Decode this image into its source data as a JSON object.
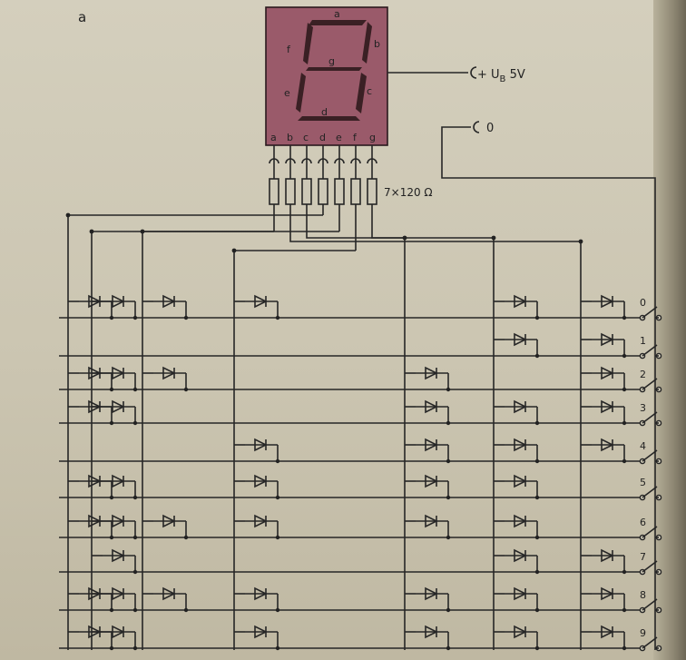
{
  "figure": {
    "label": "a",
    "display": {
      "segment_labels": [
        "a",
        "b",
        "c",
        "d",
        "e",
        "f",
        "g"
      ],
      "pin_labels": [
        "a",
        "b",
        "c",
        "d",
        "e",
        "f",
        "g"
      ],
      "body_color": "#9a5a6a"
    },
    "supply_label": "+ U",
    "supply_subscript": "B",
    "supply_value": "5V",
    "ground_label": "0",
    "resistor_label": "7×120 Ω",
    "switch_labels": [
      "0",
      "1",
      "2",
      "3",
      "4",
      "5",
      "6",
      "7",
      "8",
      "9"
    ],
    "matrix_lines": [
      "a",
      "b",
      "c",
      "d",
      "e",
      "f",
      "g"
    ],
    "encoding": {
      "0": [
        "a",
        "b",
        "c",
        "d",
        "e",
        "f"
      ],
      "1": [
        "b",
        "c"
      ],
      "2": [
        "a",
        "b",
        "d",
        "e",
        "g"
      ],
      "3": [
        "a",
        "b",
        "c",
        "d",
        "g"
      ],
      "4": [
        "b",
        "c",
        "f",
        "g"
      ],
      "5": [
        "a",
        "c",
        "d",
        "f",
        "g"
      ],
      "6": [
        "a",
        "c",
        "d",
        "e",
        "f",
        "g"
      ],
      "7": [
        "a",
        "b",
        "c"
      ],
      "8": [
        "a",
        "b",
        "c",
        "d",
        "e",
        "f",
        "g"
      ],
      "9": [
        "a",
        "b",
        "c",
        "d",
        "f",
        "g"
      ]
    }
  }
}
